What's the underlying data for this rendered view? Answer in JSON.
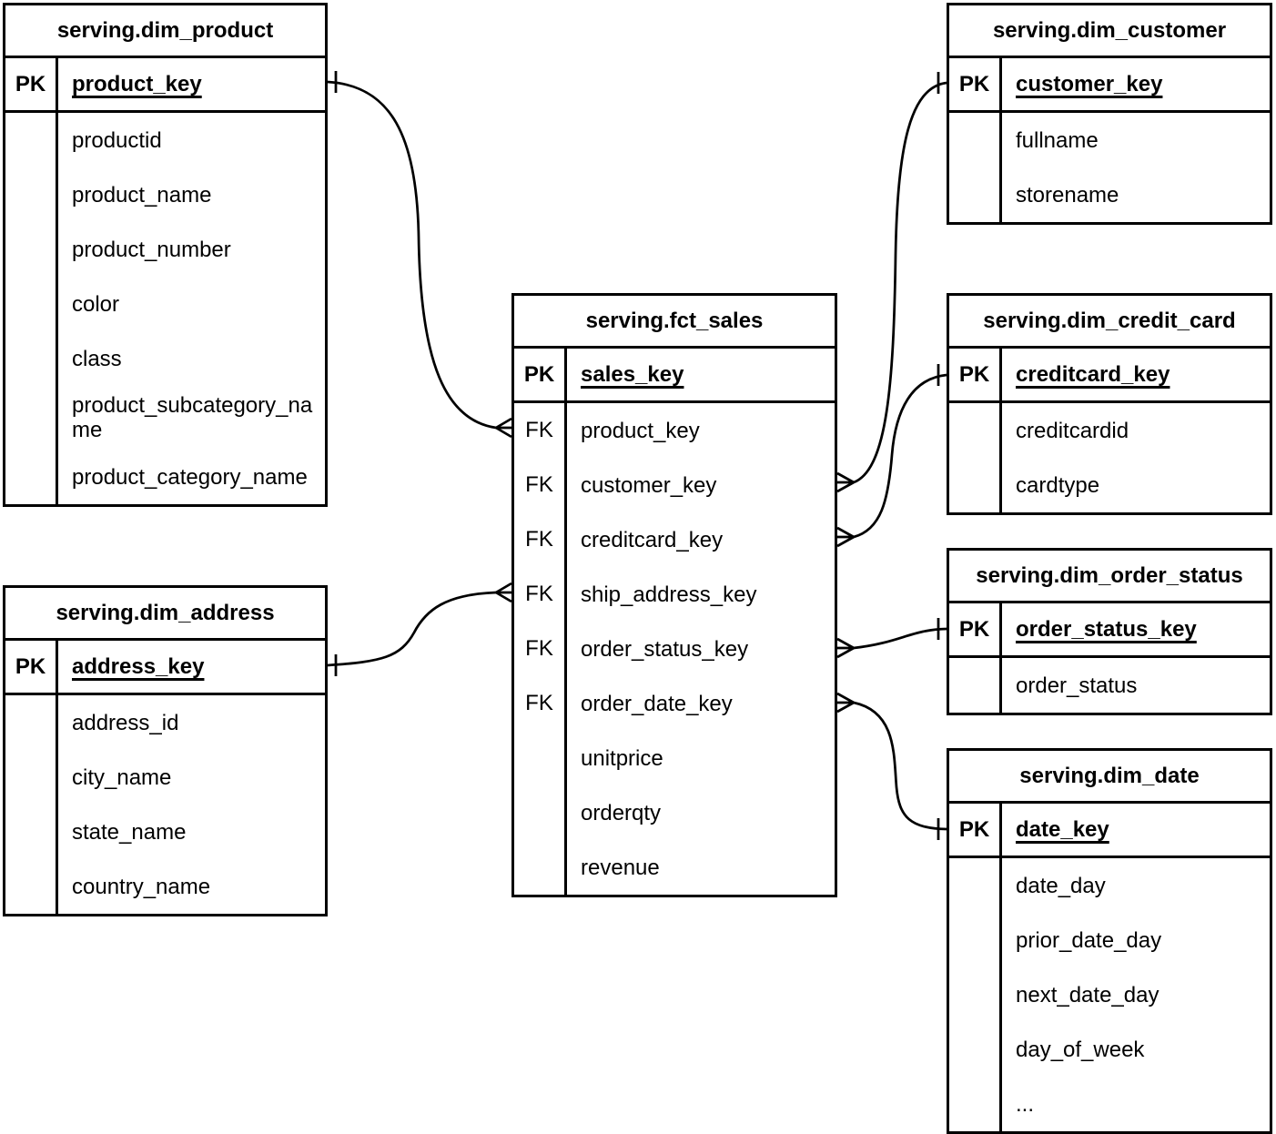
{
  "diagram": {
    "tables": [
      {
        "id": "dim_product",
        "title": "serving.dim_product",
        "pk": {
          "key": "PK",
          "name": "product_key"
        },
        "rows": [
          {
            "key": "",
            "name": "productid"
          },
          {
            "key": "",
            "name": "product_name"
          },
          {
            "key": "",
            "name": "product_number"
          },
          {
            "key": "",
            "name": "color"
          },
          {
            "key": "",
            "name": "class"
          },
          {
            "key": "",
            "name": "product_subcategory_name"
          },
          {
            "key": "",
            "name": "product_category_name"
          }
        ]
      },
      {
        "id": "dim_customer",
        "title": "serving.dim_customer",
        "pk": {
          "key": "PK",
          "name": "customer_key"
        },
        "rows": [
          {
            "key": "",
            "name": "fullname"
          },
          {
            "key": "",
            "name": "storename"
          }
        ]
      },
      {
        "id": "fct_sales",
        "title": "serving.fct_sales",
        "pk": {
          "key": "PK",
          "name": "sales_key"
        },
        "rows": [
          {
            "key": "FK",
            "name": "product_key"
          },
          {
            "key": "FK",
            "name": "customer_key"
          },
          {
            "key": "FK",
            "name": "creditcard_key"
          },
          {
            "key": "FK",
            "name": "ship_address_key"
          },
          {
            "key": "FK",
            "name": "order_status_key"
          },
          {
            "key": "FK",
            "name": "order_date_key"
          },
          {
            "key": "",
            "name": "unitprice"
          },
          {
            "key": "",
            "name": "orderqty"
          },
          {
            "key": "",
            "name": "revenue"
          }
        ]
      },
      {
        "id": "dim_credit_card",
        "title": "serving.dim_credit_card",
        "pk": {
          "key": "PK",
          "name": "creditcard_key"
        },
        "rows": [
          {
            "key": "",
            "name": "creditcardid"
          },
          {
            "key": "",
            "name": "cardtype"
          }
        ]
      },
      {
        "id": "dim_order_status",
        "title": "serving.dim_order_status",
        "pk": {
          "key": "PK",
          "name": "order_status_key"
        },
        "rows": [
          {
            "key": "",
            "name": "order_status"
          }
        ]
      },
      {
        "id": "dim_address",
        "title": "serving.dim_address",
        "pk": {
          "key": "PK",
          "name": "address_key"
        },
        "rows": [
          {
            "key": "",
            "name": "address_id"
          },
          {
            "key": "",
            "name": "city_name"
          },
          {
            "key": "",
            "name": "state_name"
          },
          {
            "key": "",
            "name": "country_name"
          }
        ]
      },
      {
        "id": "dim_date",
        "title": "serving.dim_date",
        "pk": {
          "key": "PK",
          "name": "date_key"
        },
        "rows": [
          {
            "key": "",
            "name": "date_day"
          },
          {
            "key": "",
            "name": "prior_date_day"
          },
          {
            "key": "",
            "name": "next_date_day"
          },
          {
            "key": "",
            "name": "day_of_week"
          },
          {
            "key": "",
            "name": "..."
          }
        ]
      }
    ],
    "relationships": [
      {
        "from": "serving.fct_sales.product_key",
        "to": "serving.dim_product.product_key",
        "from_cardinality": "many",
        "to_cardinality": "one"
      },
      {
        "from": "serving.fct_sales.customer_key",
        "to": "serving.dim_customer.customer_key",
        "from_cardinality": "many",
        "to_cardinality": "one"
      },
      {
        "from": "serving.fct_sales.creditcard_key",
        "to": "serving.dim_credit_card.creditcard_key",
        "from_cardinality": "many",
        "to_cardinality": "one"
      },
      {
        "from": "serving.fct_sales.ship_address_key",
        "to": "serving.dim_address.address_key",
        "from_cardinality": "many",
        "to_cardinality": "one"
      },
      {
        "from": "serving.fct_sales.order_status_key",
        "to": "serving.dim_order_status.order_status_key",
        "from_cardinality": "many",
        "to_cardinality": "one"
      },
      {
        "from": "serving.fct_sales.order_date_key",
        "to": "serving.dim_date.date_key",
        "from_cardinality": "many",
        "to_cardinality": "one"
      }
    ]
  }
}
